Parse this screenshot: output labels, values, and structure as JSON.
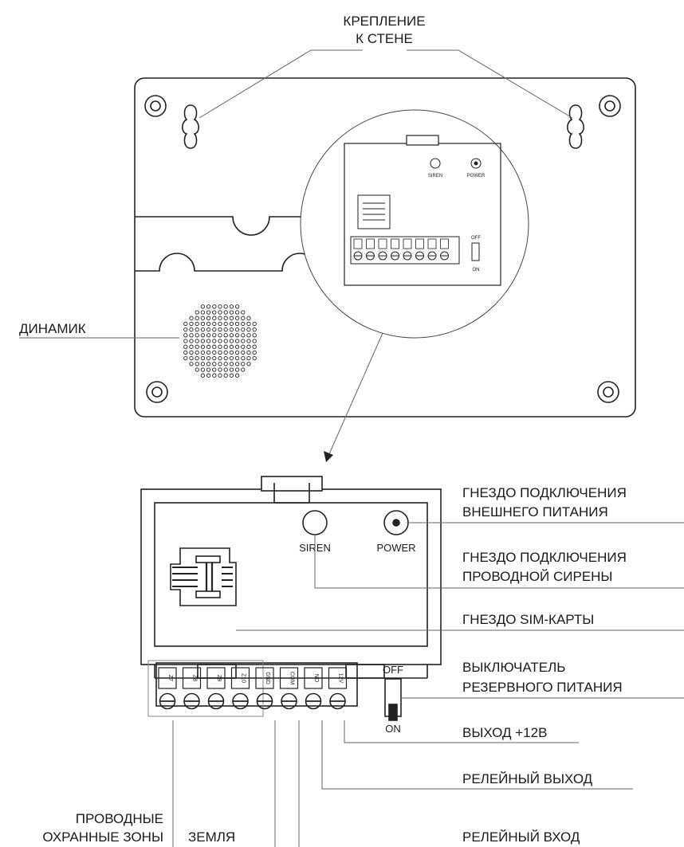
{
  "callouts": {
    "wall_mount": [
      "КРЕПЛЕНИЕ",
      "К СТЕНЕ"
    ],
    "speaker": "ДИНАМИК",
    "power_jack": [
      "ГНЕЗДО ПОДКЛЮЧЕНИЯ",
      "ВНЕШНЕГО ПИТАНИЯ"
    ],
    "siren_jack": [
      "ГНЕЗДО ПОДКЛЮЧЕНИЯ",
      "ПРОВОДНОЙ СИРЕНЫ"
    ],
    "sim_slot": "ГНЕЗДО SIM-КАРТЫ",
    "backup_switch": [
      "ВЫКЛЮЧАТЕЛЬ",
      "РЕЗЕРВНОГО ПИТАНИЯ"
    ],
    "out_12v": "ВЫХОД +12В",
    "relay_out": "РЕЛЕЙНЫЙ ВЫХОД",
    "relay_in": "РЕЛЕЙНЫЙ ВХОД",
    "wired_zones": [
      "ПРОВОДНЫЕ",
      "ОХРАННЫЕ ЗОНЫ"
    ],
    "ground": "ЗЕМЛЯ"
  },
  "panel": {
    "siren_label": "SIREN",
    "power_label": "POWER",
    "switch_off": "OFF",
    "switch_on": "ON",
    "terminals": [
      "Z7",
      "Z8",
      "Z9",
      "Z10",
      "GND",
      "COM",
      "NO",
      "12V"
    ]
  }
}
